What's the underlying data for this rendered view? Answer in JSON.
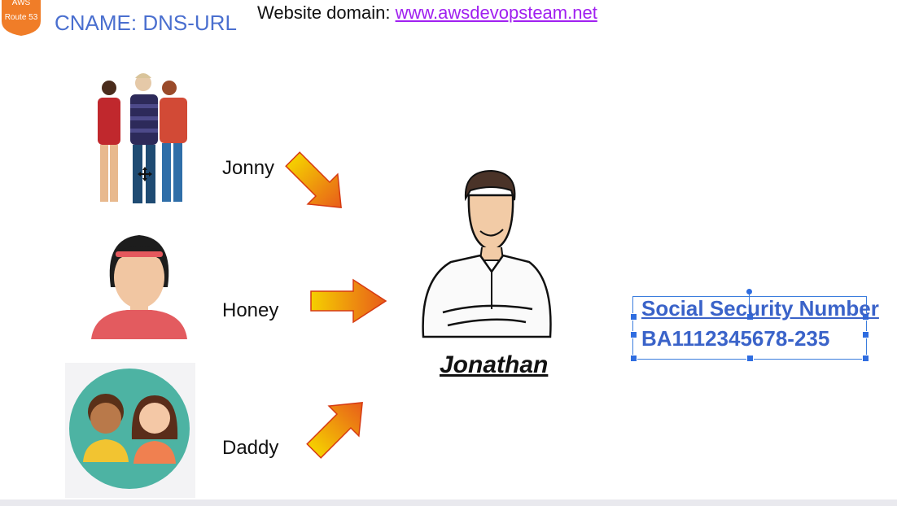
{
  "header": {
    "badge_line1": "AWS",
    "badge_line2": "Route 53",
    "cname": "CNAME: DNS-URL",
    "domain_label": "Website domain: ",
    "domain_url": "www.awsdevopsteam.net"
  },
  "aliases": [
    {
      "label": "Jonny",
      "icon": "friends-group-icon"
    },
    {
      "label": "Honey",
      "icon": "woman-avatar-icon"
    },
    {
      "label": "Daddy",
      "icon": "kids-avatar-icon"
    }
  ],
  "person": {
    "name": "Jonathan",
    "icon": "businessman-icon"
  },
  "ssn": {
    "title": "Social Security Number",
    "number": "BA1112345678-235"
  },
  "colors": {
    "cname": "#4a6fcf",
    "link": "#a020f0",
    "ssn": "#3a63c9",
    "arrow_start": "#f5d000",
    "arrow_end": "#e85c1a",
    "badge": "#f07d28"
  }
}
